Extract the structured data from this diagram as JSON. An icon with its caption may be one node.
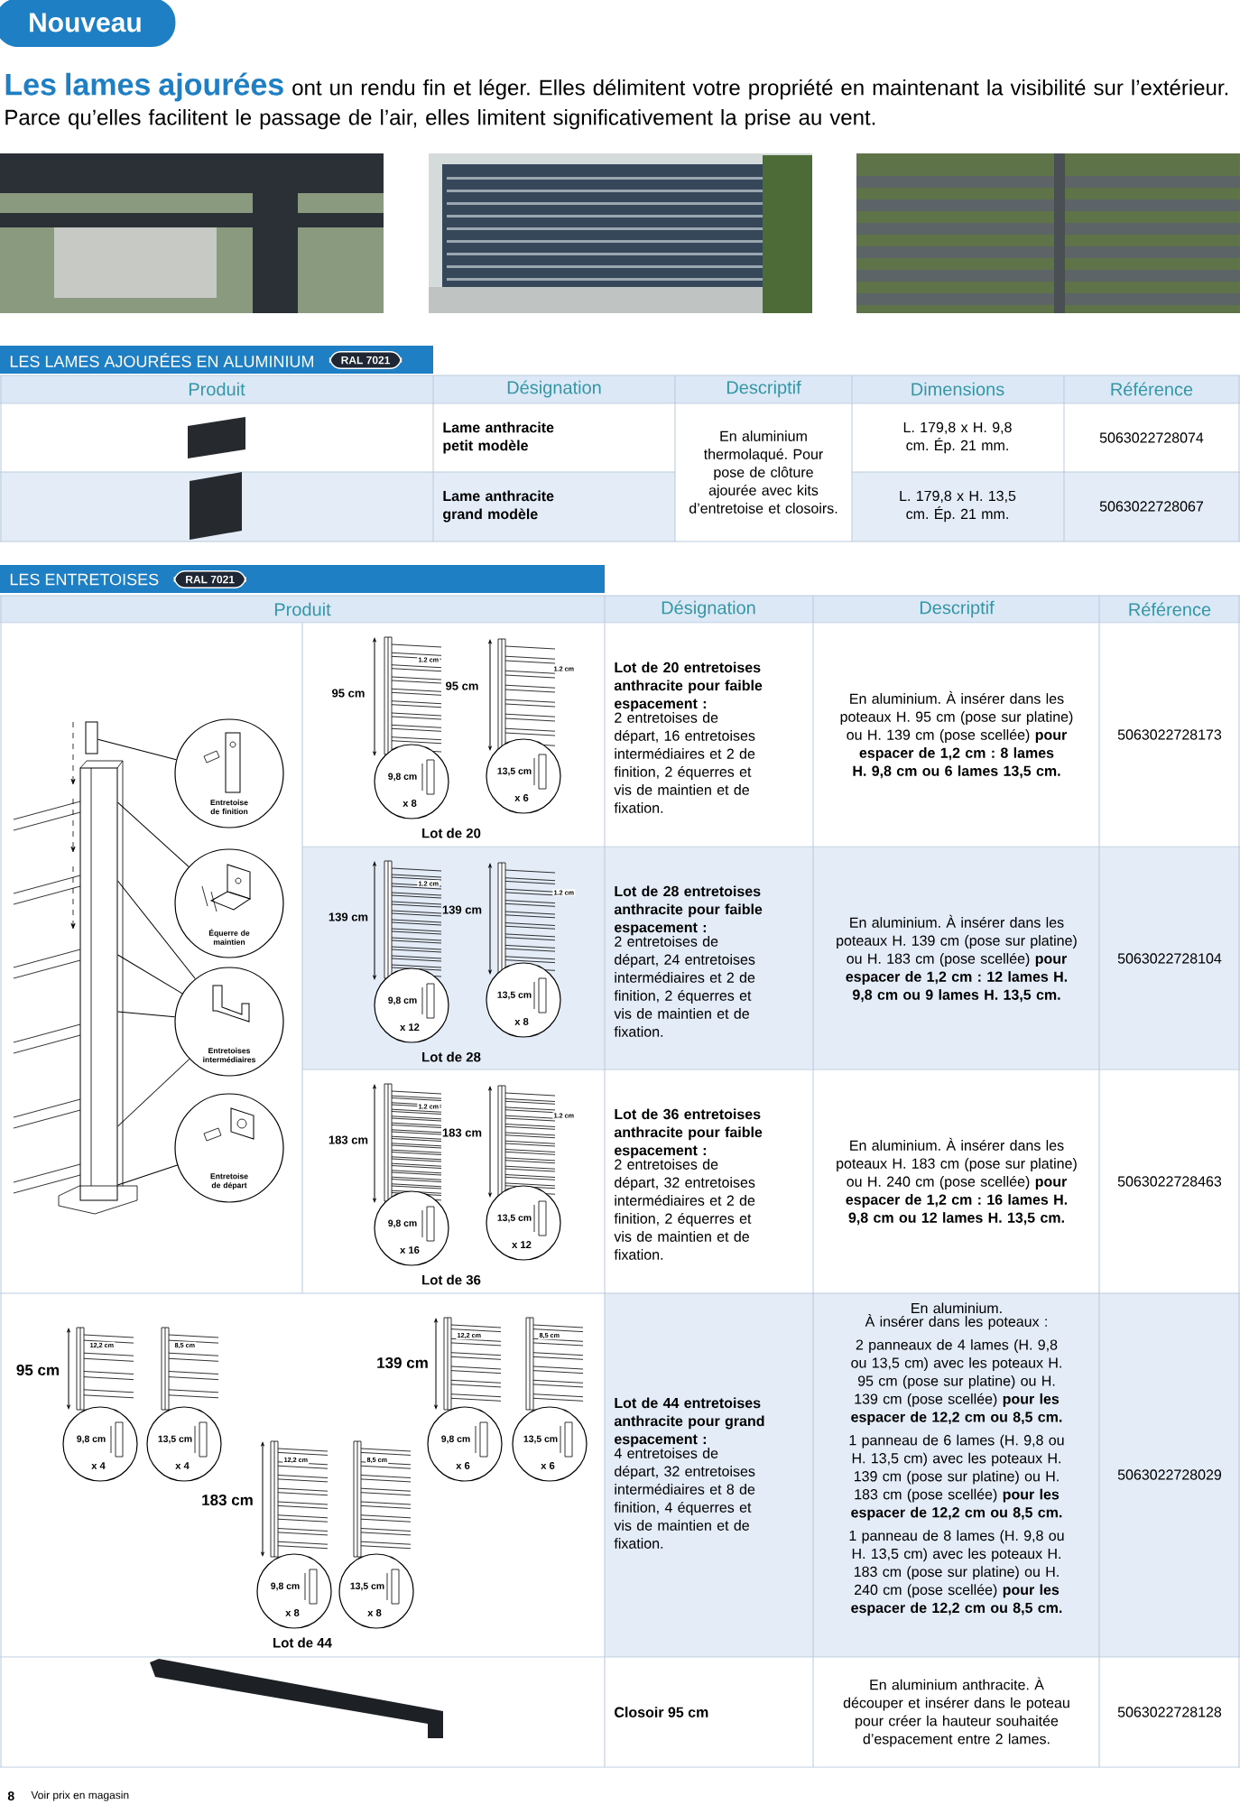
{
  "diagram": {
    "title": "Les lames ajourées",
    "nodes": [
      {
        "text": [
          "Nouveau"
        ]
      },
      {
        "text": [
          "LES LAMES AJOURÉES EN ALUMINIUM"
        ]
      },
      {
        "text": [
          "RAL 7021"
        ],
        "in": 1
      },
      {
        "text": [
          "LES ENTRETOISES"
        ]
      },
      {
        "text": [
          "RAL 7021"
        ],
        "in": 3
      },
      {
        "text": [
          "Entretoise de finition"
        ]
      },
      {
        "text": [
          "Équerre de maintien"
        ]
      },
      {
        "text": [
          "Entretoises intermédiaires"
        ]
      },
      {
        "text": [
          "Entretoise de départ"
        ]
      },
      {
        "text": [
          "9,8 cm",
          "x 8"
        ]
      },
      {
        "text": [
          "13,5 cm",
          "x 6"
        ]
      },
      {
        "text": [
          "9,8 cm",
          "x 12"
        ]
      },
      {
        "text": [
          "13,5 cm",
          "x 8"
        ]
      },
      {
        "text": [
          "9,8 cm",
          "x 16"
        ]
      },
      {
        "text": [
          "13,5 cm",
          "x 12"
        ]
      },
      {
        "text": [
          "9,8 cm",
          "x 4"
        ]
      },
      {
        "text": [
          "13,5 cm",
          "x 4"
        ]
      },
      {
        "text": [
          "9,8 cm",
          "x 6"
        ]
      },
      {
        "text": [
          "13,5 cm",
          "x 6"
        ]
      },
      {
        "text": [
          "9,8 cm",
          "x 8"
        ]
      },
      {
        "text": [
          "13,5 cm",
          "x 8"
        ]
      },
      {
        "text": [],
        "shape": "box"
      },
      {
        "text": [],
        "shape": "box"
      }
    ],
    "edges": [
      {
        "from": 21,
        "to": 5,
        "arrow": "none"
      },
      {
        "from": 22,
        "to": 6,
        "arrow": "none"
      },
      {
        "from": 22,
        "to": 7,
        "arrow": "none"
      },
      {
        "from": 22,
        "to": 7,
        "arrow": "none"
      },
      {
        "from": 22,
        "to": 7,
        "arrow": "none"
      },
      {
        "from": 22,
        "to": 7,
        "arrow": "none"
      },
      {
        "from": 22,
        "to": 8,
        "arrow": "none"
      }
    ],
    "labels": [
      "ont un rendu fin et léger. Elles délimitent votre propriété en maintenant la visibilité sur l’extérieur. Parce qu’elles facilitent le passage de l’air, elles limitent significativement la prise au vent.",
      "Produit",
      "Désignation",
      "Descriptif",
      "Dimensions",
      "Référence",
      "Lame anthracite petit modèle",
      "En aluminium thermolaqué. Pour pose de clôture ajourée avec kits d’entretoise et closoirs.",
      "L. 179,8 x H. 9,8 cm. Ép. 21 mm.",
      "5063022728074",
      "Lame anthracite grand modèle",
      "L. 179,8 x H. 13,5 cm. Ép. 21 mm.",
      "5063022728067",
      "Produit",
      "Désignation",
      "Descriptif",
      "Référence",
      "95 cm",
      "1.2 cm",
      "95 cm",
      "1.2 cm",
      "Lot de 20",
      "Lot de 20 entretoises anthracite pour faible espacement :",
      "2 entretoises de départ, 16 entretoises intermédiaires et 2 de finition, 2 équerres et vis de maintien et de fixation.",
      "En aluminium. À insérer dans les poteaux H. 95 cm (pose sur platine) ou H. 139 cm (pose scellée) **pour espacer de 1,2 cm : 8 lames H. 9,8 cm ou 6 lames 13,5 cm.**",
      "5063022728173",
      "139 cm",
      "1.2 cm",
      "139 cm",
      "1.2 cm",
      "Lot de 28",
      "Lot de 28 entretoises anthracite pour faible espacement :",
      "2 entretoises de départ, 24 entretoises intermédiaires et 2 de finition, 2 équerres et vis de maintien et de fixation.",
      "En aluminium. À insérer dans les poteaux H. 139 cm (pose sur platine) ou H. 183 cm (pose scellée) **pour espacer de 1,2 cm : 12 lames H. 9,8 cm ou 9 lames H. 13,5 cm.**",
      "5063022728104",
      "183 cm",
      "1.2 cm",
      "183 cm",
      "1.2 cm",
      "Lot de 36",
      "Lot de 36 entretoises anthracite pour faible espacement :",
      "2 entretoises de départ, 32 entretoises intermédiaires et 2 de finition, 2 équerres et vis de maintien et de fixation.",
      "En aluminium. À insérer dans les poteaux H. 183 cm (pose sur platine) ou H. 240 cm (pose scellée) **pour espacer de 1,2 cm : 16 lames H. 9,8 cm ou 12 lames H. 13,5 cm.**",
      "5063022728463",
      "95 cm",
      "12,2 cm",
      "8,5 cm",
      "139 cm",
      "12,2 cm",
      "8,5 cm",
      "183 cm",
      "12,2 cm",
      "8,5 cm",
      "Lot de 44",
      "Lot de 44 entretoises anthracite pour grand espacement :",
      "4 entretoises de départ, 32 entretoises intermédiaires et 8 de finition, 4 équerres et vis de maintien et de fixation.",
      "En aluminium.",
      "À insérer dans les poteaux :",
      "2 panneaux de 4 lames (H. 9,8 ou 13,5 cm) avec les poteaux H. 95 cm (pose sur platine) ou H. 139 cm (pose scellée) **pour les espacer de 12,2 cm ou 8,5 cm.**",
      "1 panneau de 6 lames (H. 9,8 ou H. 13,5 cm) avec les poteaux H. 139 cm (pose sur platine) ou H. 183 cm (pose scellée) **pour les espacer de 12,2 cm ou 8,5 cm.**",
      "1 panneau de 8 lames (H. 9,8 ou H. 13,5 cm) avec les poteaux H. 183 cm (pose sur platine) ou H. 240 cm (pose scellée) **pour les espacer de 12,2 cm ou 8,5 cm.**",
      "5063022728029",
      "Closoir 95 cm",
      "En aluminium anthracite. À découper et insérer dans le poteau pour créer la hauteur souhaitée d’espacement entre 2 lames.",
      "5063022728128",
      "8",
      "Voir prix en magasin"
    ]
  }
}
